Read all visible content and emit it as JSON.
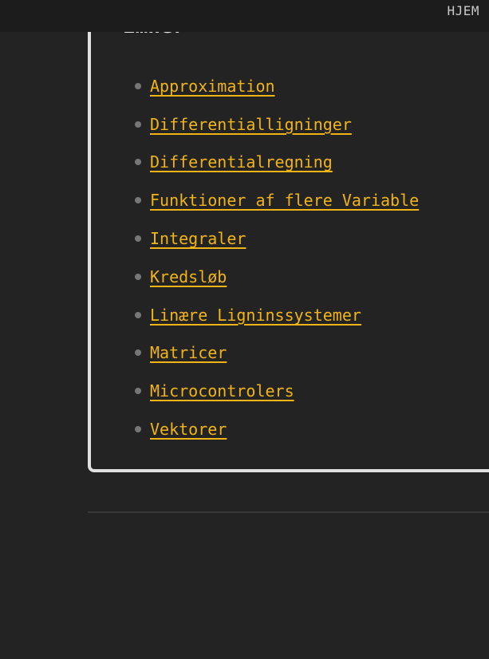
{
  "header": {
    "home_label": "HJEM"
  },
  "section": {
    "heading": "Emner"
  },
  "topics": [
    "Approximation",
    "Differentialligninger",
    "Differentialregning",
    "Funktioner af flere Variable",
    "Integraler",
    "Kredsløb",
    "Linære Ligninssystemer",
    "Matricer",
    "Microcontrolers",
    "Vektorer"
  ],
  "colors": {
    "background": "#232323",
    "link": "#f0b416",
    "card_border": "#e0e0e0",
    "bullet": "#777777"
  }
}
